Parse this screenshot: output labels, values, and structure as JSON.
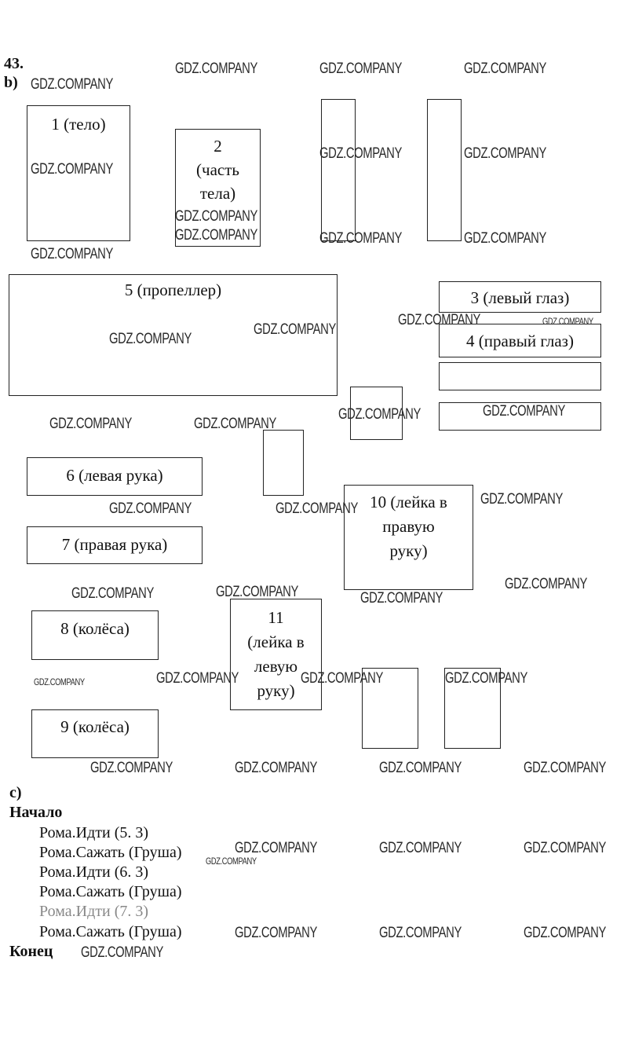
{
  "exercise": {
    "number": "43.",
    "part_b": "b)",
    "part_c": "c)"
  },
  "boxes": {
    "b1": {
      "num": "1",
      "label": "(тело)"
    },
    "b2": {
      "num": "2",
      "line1": "(часть",
      "line2": "тела)"
    },
    "b3": {
      "label": "3 (левый глаз)"
    },
    "b4": {
      "label": "4 (правый глаз)"
    },
    "b5": {
      "label": "5 (пропеллер)"
    },
    "b6": {
      "label": "6 (левая рука)"
    },
    "b7": {
      "label": "7 (правая рука)"
    },
    "b8": {
      "label": "8 (колёса)"
    },
    "b9": {
      "label": "9 (колёса)"
    },
    "b10": {
      "line1": "10 (лейка в",
      "line2": "правую",
      "line3": "руку)"
    },
    "b11": {
      "line1": "11",
      "line2": "(лейка в",
      "line3": "левую",
      "line4": "руку)"
    }
  },
  "program": {
    "begin": "Начало",
    "lines": [
      "Рома.Идти (5. 3)",
      "Рома.Сажать (Груша)",
      "Рома.Идти (6. 3)",
      "Рома.Сажать (Груша)",
      "Рома.Идти (7. 3)",
      "Рома.Сажать (Груша)"
    ],
    "end": "Конец"
  },
  "watermark": "GDZ.COMPANY"
}
